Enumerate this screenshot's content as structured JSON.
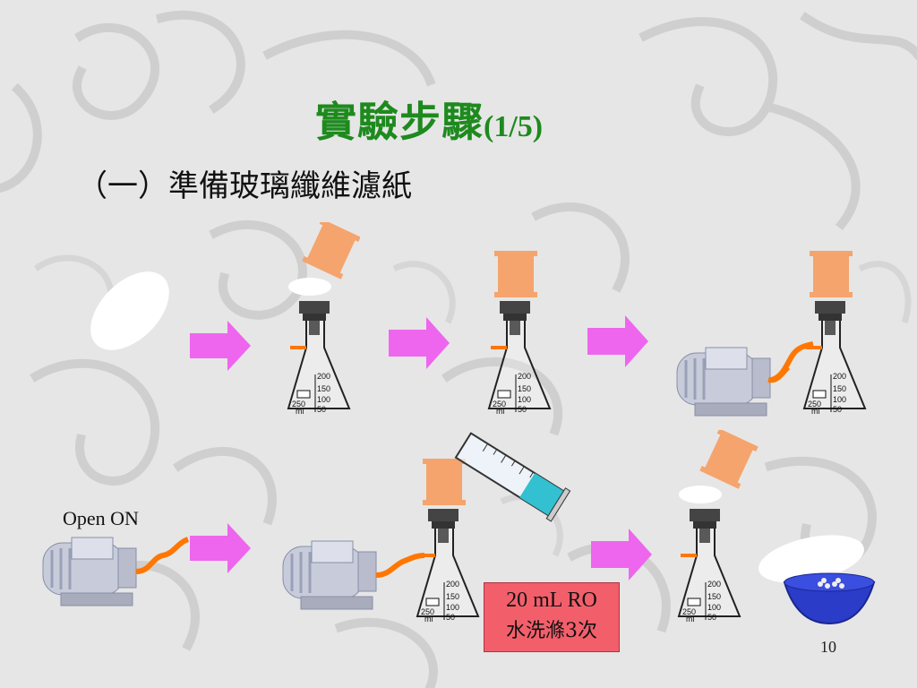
{
  "title": {
    "main": "實驗步驟",
    "part": "(1/5)"
  },
  "subtitle": "（一）準備玻璃纖維濾紙",
  "labels": {
    "open_on": "Open ON"
  },
  "note": {
    "line1": "20 mL RO",
    "line2": "水洗滌3次"
  },
  "page_number": "10",
  "flask_scale": {
    "ticks": [
      "200",
      "150",
      "100",
      "50"
    ],
    "volume": "250",
    "unit": "ml"
  },
  "colors": {
    "title": "#1e8a1e",
    "arrow": "#ee66ee",
    "funnel": "#f4a46c",
    "note_bg": "#f25f6b",
    "bowl": "#2a3cc8",
    "tube": "#ff7700",
    "water": "#33c0d0"
  }
}
